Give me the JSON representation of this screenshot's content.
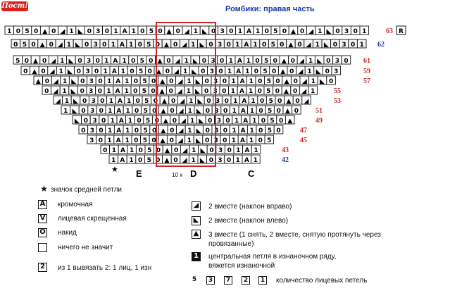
{
  "header": {
    "badge": "Пост!",
    "title": "Ромбики: правая часть"
  },
  "chart": {
    "row_numbers_right": [
      "63",
      "62",
      "61",
      "59",
      "57",
      "55",
      "53",
      "51",
      "49",
      "47",
      "45",
      "43",
      "42"
    ],
    "row_edge_label": "R",
    "symbols": [
      "1",
      "0",
      "5",
      "0",
      "▲",
      "0",
      "◢",
      "1",
      "◣",
      "0",
      "3",
      "0",
      "1",
      "A"
    ],
    "section_labels": [
      "E",
      "D",
      "C"
    ],
    "repeat_label": "10 x",
    "mid_marker": "★"
  },
  "legend": {
    "left": [
      {
        "sym": "★",
        "label": "значок средней петли"
      },
      {
        "sym": "A",
        "label": "кромочная"
      },
      {
        "sym": "V",
        "label": "лицевая скрещенная"
      },
      {
        "sym": "O",
        "label": "накид"
      },
      {
        "sym": "",
        "label": "ничего не значит"
      },
      {
        "sym": "2",
        "label": "из 1 вывязать 2: 1 лиц, 1 изн"
      }
    ],
    "right": [
      {
        "sym": "◢",
        "label": "2 вместе (наклон вправо)"
      },
      {
        "sym": "◣",
        "label": "2 вместе (наклон влево)"
      },
      {
        "sym": "▲",
        "label": "3 вместе (1 снять, 2 вместе, снятую протянуть через"
      },
      {
        "sym": "",
        "label": "провязанные)"
      },
      {
        "sym": "1",
        "label": "центральная петля в изнаночном ряду,"
      },
      {
        "sym": "",
        "label": "вяжется изнаночной"
      }
    ],
    "counts": [
      "5",
      "3",
      "7",
      "2",
      "1"
    ],
    "counts_label": "количество лицевых петель"
  }
}
